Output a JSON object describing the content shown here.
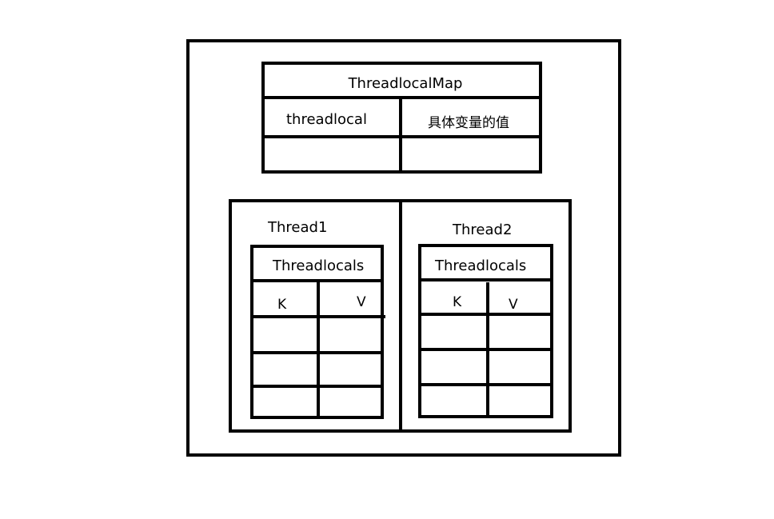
{
  "map": {
    "title": "ThreadlocalMap",
    "key_label": "threadlocal",
    "value_label": "具体变量的值"
  },
  "threads": [
    {
      "name": "Thread1",
      "table_title": "Threadlocals",
      "key_header": "K",
      "value_header": "V"
    },
    {
      "name": "Thread2",
      "table_title": "Threadlocals",
      "key_header": "K",
      "value_header": "V"
    }
  ],
  "colors": {
    "line": "#000000",
    "background": "#ffffff"
  }
}
